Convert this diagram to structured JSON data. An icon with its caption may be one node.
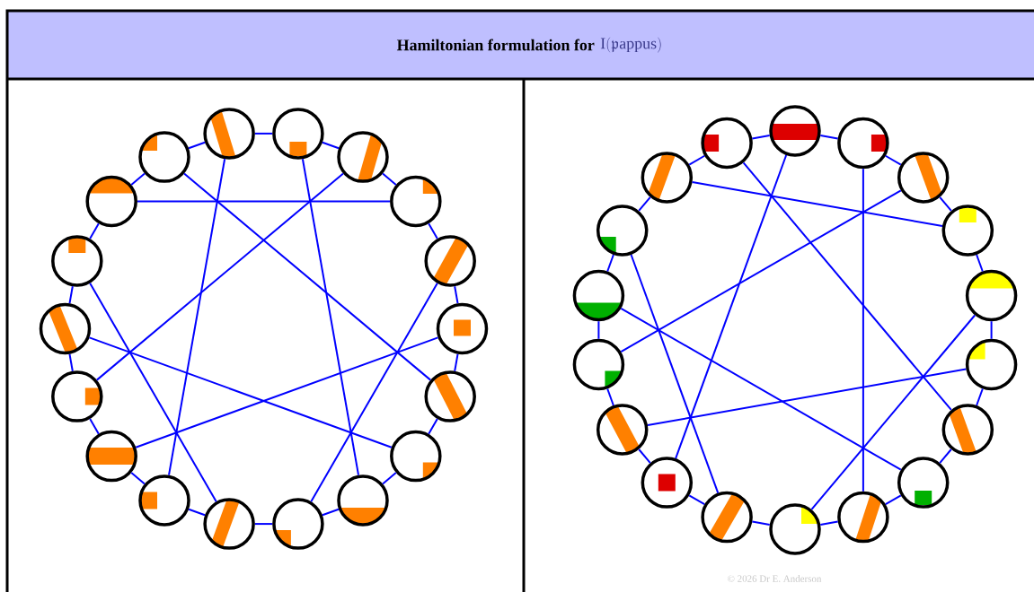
{
  "diagram": {
    "title": "Hamiltonian formulation for",
    "nodes": [
      {
        "text": [],
        "shape": "circle"
      },
      {
        "text": [],
        "shape": "circle"
      },
      {
        "text": [],
        "shape": "circle"
      },
      {
        "text": [],
        "shape": "circle"
      },
      {
        "text": [],
        "shape": "circle"
      },
      {
        "text": [],
        "shape": "circle"
      },
      {
        "text": [],
        "shape": "circle"
      },
      {
        "text": [],
        "shape": "circle"
      },
      {
        "text": [],
        "shape": "circle"
      },
      {
        "text": [],
        "shape": "circle"
      },
      {
        "text": [],
        "shape": "circle"
      },
      {
        "text": [],
        "shape": "circle"
      },
      {
        "text": [],
        "shape": "circle"
      },
      {
        "text": [],
        "shape": "circle"
      },
      {
        "text": [],
        "shape": "circle"
      },
      {
        "text": [],
        "shape": "circle"
      },
      {
        "text": [],
        "shape": "circle"
      },
      {
        "text": [],
        "shape": "circle"
      },
      {
        "text": [],
        "shape": "circle"
      },
      {
        "text": [],
        "shape": "circle"
      },
      {
        "text": [],
        "shape": "circle"
      },
      {
        "text": [],
        "shape": "circle"
      },
      {
        "text": [],
        "shape": "circle"
      },
      {
        "text": [],
        "shape": "circle"
      },
      {
        "text": [],
        "shape": "circle"
      },
      {
        "text": [],
        "shape": "circle"
      },
      {
        "text": [],
        "shape": "circle"
      },
      {
        "text": [],
        "shape": "circle"
      },
      {
        "text": [],
        "shape": "circle"
      },
      {
        "text": [],
        "shape": "circle"
      },
      {
        "text": [],
        "shape": "circle"
      },
      {
        "text": [],
        "shape": "circle"
      },
      {
        "text": [],
        "shape": "circle"
      },
      {
        "text": [],
        "shape": "circle"
      },
      {
        "text": [],
        "shape": "circle"
      },
      {
        "text": [],
        "shape": "circle"
      }
    ],
    "edges": [
      {
        "from": 0,
        "to": 1,
        "arrow": "none"
      },
      {
        "from": 1,
        "to": 2,
        "arrow": "none"
      },
      {
        "from": 2,
        "to": 3,
        "arrow": "none"
      },
      {
        "from": 3,
        "to": 4,
        "arrow": "none"
      },
      {
        "from": 4,
        "to": 5,
        "arrow": "none"
      },
      {
        "from": 5,
        "to": 6,
        "arrow": "none"
      },
      {
        "from": 6,
        "to": 7,
        "arrow": "none"
      },
      {
        "from": 7,
        "to": 8,
        "arrow": "none"
      },
      {
        "from": 8,
        "to": 9,
        "arrow": "none"
      },
      {
        "from": 9,
        "to": 10,
        "arrow": "none"
      },
      {
        "from": 10,
        "to": 11,
        "arrow": "none"
      },
      {
        "from": 11,
        "to": 12,
        "arrow": "none"
      },
      {
        "from": 12,
        "to": 13,
        "arrow": "none"
      },
      {
        "from": 13,
        "to": 14,
        "arrow": "none"
      },
      {
        "from": 14,
        "to": 15,
        "arrow": "none"
      },
      {
        "from": 15,
        "to": 16,
        "arrow": "none"
      },
      {
        "from": 16,
        "to": 17,
        "arrow": "none"
      },
      {
        "from": 17,
        "to": 0,
        "arrow": "none"
      },
      {
        "from": 16,
        "to": 3,
        "arrow": "none"
      },
      {
        "from": 17,
        "to": 6,
        "arrow": "none"
      },
      {
        "from": 0,
        "to": 11,
        "arrow": "none"
      },
      {
        "from": 1,
        "to": 8,
        "arrow": "none"
      },
      {
        "from": 2,
        "to": 13,
        "arrow": "none"
      },
      {
        "from": 4,
        "to": 9,
        "arrow": "none"
      },
      {
        "from": 15,
        "to": 10,
        "arrow": "none"
      },
      {
        "from": 14,
        "to": 7,
        "arrow": "none"
      },
      {
        "from": 5,
        "to": 12,
        "arrow": "none"
      },
      {
        "from": 18,
        "to": 19,
        "arrow": "none"
      },
      {
        "from": 19,
        "to": 20,
        "arrow": "none"
      },
      {
        "from": 20,
        "to": 21,
        "arrow": "none"
      },
      {
        "from": 21,
        "to": 22,
        "arrow": "none"
      },
      {
        "from": 22,
        "to": 23,
        "arrow": "none"
      },
      {
        "from": 23,
        "to": 24,
        "arrow": "none"
      },
      {
        "from": 24,
        "to": 25,
        "arrow": "none"
      },
      {
        "from": 25,
        "to": 26,
        "arrow": "none"
      },
      {
        "from": 26,
        "to": 27,
        "arrow": "none"
      },
      {
        "from": 27,
        "to": 28,
        "arrow": "none"
      },
      {
        "from": 28,
        "to": 29,
        "arrow": "none"
      },
      {
        "from": 29,
        "to": 30,
        "arrow": "none"
      },
      {
        "from": 30,
        "to": 31,
        "arrow": "none"
      },
      {
        "from": 31,
        "to": 32,
        "arrow": "none"
      },
      {
        "from": 32,
        "to": 33,
        "arrow": "none"
      },
      {
        "from": 33,
        "to": 34,
        "arrow": "none"
      },
      {
        "from": 34,
        "to": 35,
        "arrow": "none"
      },
      {
        "from": 35,
        "to": 18,
        "arrow": "none"
      },
      {
        "from": 34,
        "to": 21,
        "arrow": "none"
      },
      {
        "from": 35,
        "to": 24,
        "arrow": "none"
      },
      {
        "from": 18,
        "to": 29,
        "arrow": "none"
      },
      {
        "from": 19,
        "to": 26,
        "arrow": "none"
      },
      {
        "from": 20,
        "to": 31,
        "arrow": "none"
      },
      {
        "from": 22,
        "to": 27,
        "arrow": "none"
      },
      {
        "from": 33,
        "to": 28,
        "arrow": "none"
      },
      {
        "from": 32,
        "to": 25,
        "arrow": "none"
      },
      {
        "from": 23,
        "to": 30,
        "arrow": "none"
      }
    ],
    "labels": [
      "\\mathrm{I}(\\mathfrak{p}\\mathrm{appus})",
      "© 2026 Dr E. Anderson"
    ]
  }
}
